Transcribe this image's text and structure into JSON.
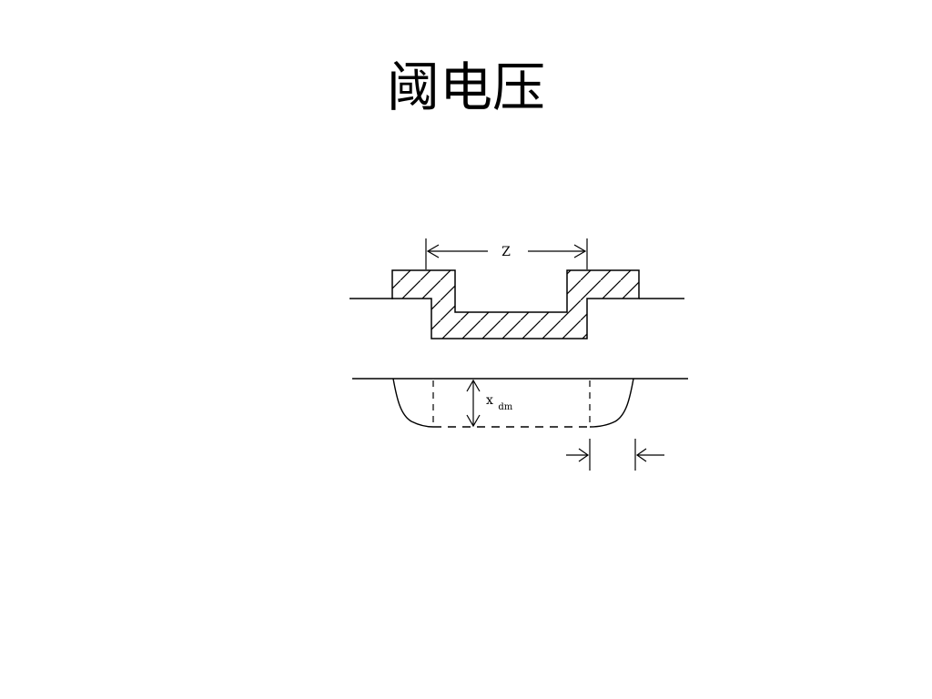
{
  "slide": {
    "title": "阈电压"
  },
  "diagram": {
    "gate_width_label": "Z",
    "depletion_depth_label": "x",
    "depletion_depth_subscript": "dm"
  }
}
